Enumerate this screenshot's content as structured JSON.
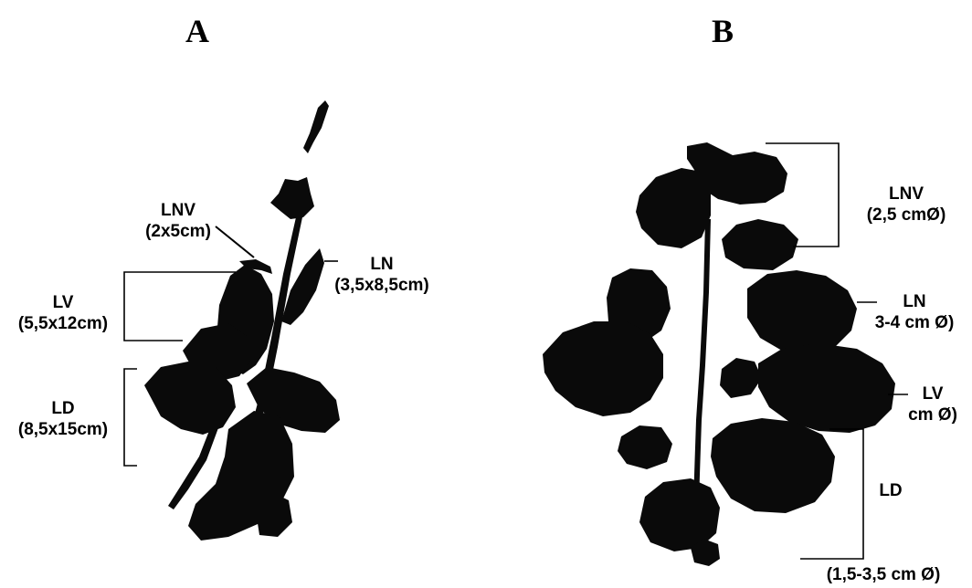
{
  "panels": {
    "A": {
      "letter": "A",
      "labels": {
        "lnv": {
          "name": "LNV",
          "size": "(2x5cm)"
        },
        "ln": {
          "name": "LN",
          "size": "(3,5x8,5cm)"
        },
        "lv": {
          "name": "LV",
          "size": "(5,5x12cm)"
        },
        "ld": {
          "name": "LD",
          "size": "(8,5x15cm)"
        }
      }
    },
    "B": {
      "letter": "B",
      "labels": {
        "lnv": {
          "name": "LNV",
          "size": "(2,5 cmØ)"
        },
        "ln": {
          "name": "LN",
          "size": "3-4 cm Ø)"
        },
        "lv": {
          "name": "LV",
          "size": "cm Ø)"
        },
        "ld": {
          "name": "LD",
          "size": "(1,5-3,5 cm Ø)"
        }
      }
    }
  },
  "colors": {
    "silhouette": "#0a0a0a",
    "ink": "#000000",
    "background": "#ffffff"
  }
}
